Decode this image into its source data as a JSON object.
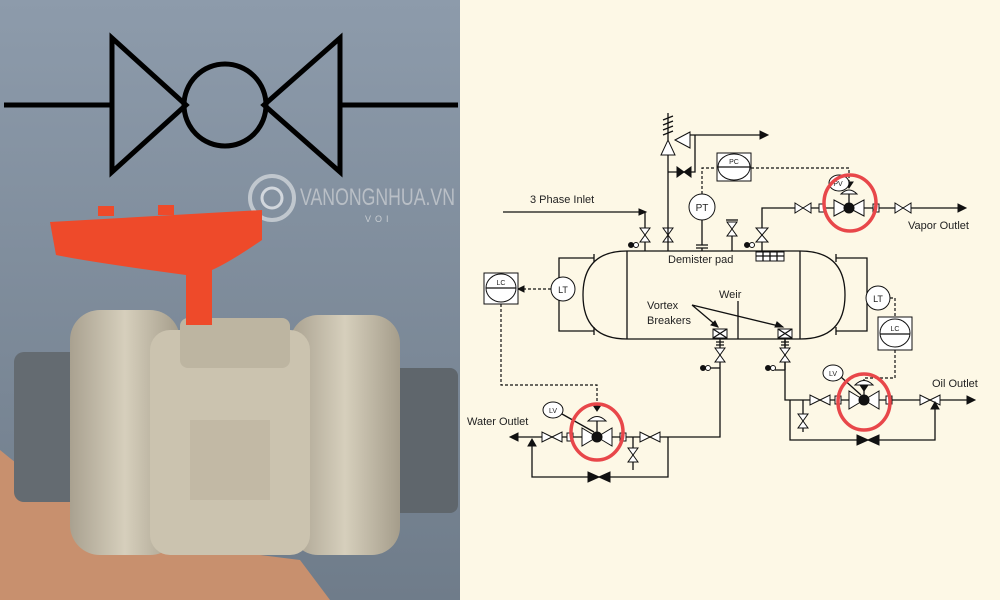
{
  "photo_panel": {
    "watermark_brand": "VANONGNHUA.VN",
    "watermark_sub": "VOI",
    "symbol": "ball-valve-symbol",
    "colors": {
      "background": "#8796a6",
      "handle": "#ee4a2a",
      "body": "#c9c1ad",
      "pipe": "#656c72"
    }
  },
  "diagram": {
    "background": "#fdf8e6",
    "highlight_color": "#e8474a",
    "labels": {
      "inlet": "3 Phase Inlet",
      "vapor_outlet": "Vapor Outlet",
      "oil_outlet": "Oil Outlet",
      "water_outlet": "Water Outlet",
      "demister": "Demister pad",
      "weir": "Weir",
      "vortex_1": "Vortex",
      "vortex_2": "Breakers"
    },
    "instruments": {
      "pc": "PC",
      "pt": "PT",
      "pv": "PV",
      "lc_left": "LC",
      "lt_left": "LT",
      "lt_right": "LT",
      "lc_right": "LC",
      "lv_water": "LV",
      "lv_oil": "LV"
    }
  }
}
